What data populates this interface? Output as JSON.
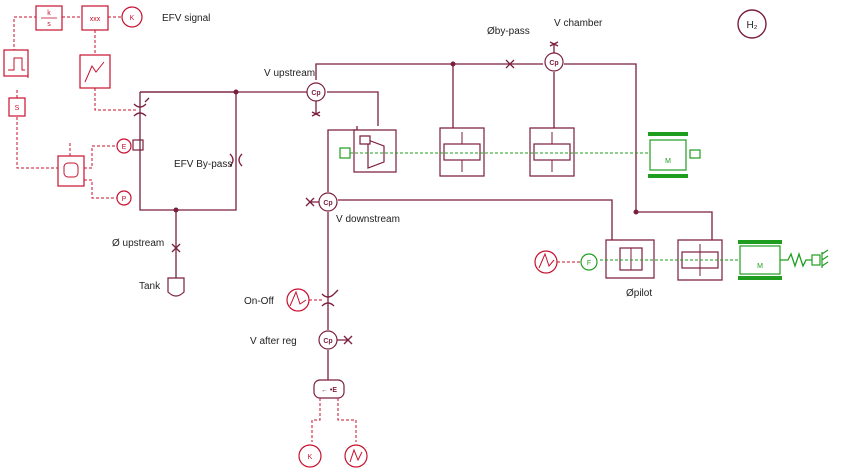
{
  "labels": {
    "efv_signal": "EFV signal",
    "v_upstream": "V upstream",
    "efv_bypass": "EFV By-pass",
    "o_upstream": "Ø upstream",
    "tank": "Tank",
    "v_downstream": "V downstream",
    "on_off": "On-Off",
    "v_after_reg": "V after reg",
    "o_bypass": "Øby-pass",
    "v_chamber": "V chamber",
    "o_pilot": "Øpilot",
    "h2": "H₂"
  },
  "symbols": {
    "cp": "Cp",
    "k_over_s_num": "k",
    "k_over_s_den": "s",
    "xxx": "xxx",
    "s_block": "S",
    "m_block": "M",
    "f_source": "F",
    "e_source": "E",
    "p_sensor": "P"
  },
  "colors": {
    "hydraulic": "#7a1f3d",
    "signal": "#c8102e",
    "mechanical": "#1f9d1f"
  }
}
